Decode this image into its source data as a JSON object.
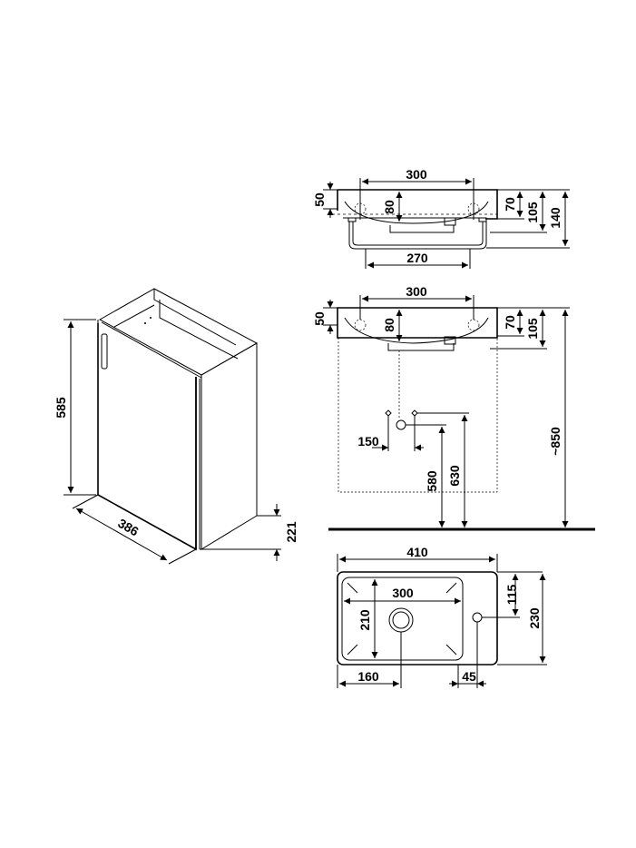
{
  "cabinet": {
    "height": "585",
    "depth": "386",
    "leg_height": "221"
  },
  "side_view": {
    "width": "300",
    "rim_height": "50",
    "drain_depth": "80",
    "height_70": "70",
    "height_105": "105",
    "height_140": "140",
    "towel_bar_width": "270"
  },
  "install_view": {
    "width": "300",
    "rim_height": "50",
    "drain_depth": "80",
    "height_70": "70",
    "height_105": "105",
    "pipe_spacing": "150",
    "pipe_height_1": "580",
    "pipe_height_2": "630",
    "total_height": "~850"
  },
  "top_view": {
    "outer_width": "410",
    "basin_width": "300",
    "basin_depth": "210",
    "tap_offset": "115",
    "outer_depth": "230",
    "drain_offset": "160",
    "tap_edge_offset": "45"
  }
}
